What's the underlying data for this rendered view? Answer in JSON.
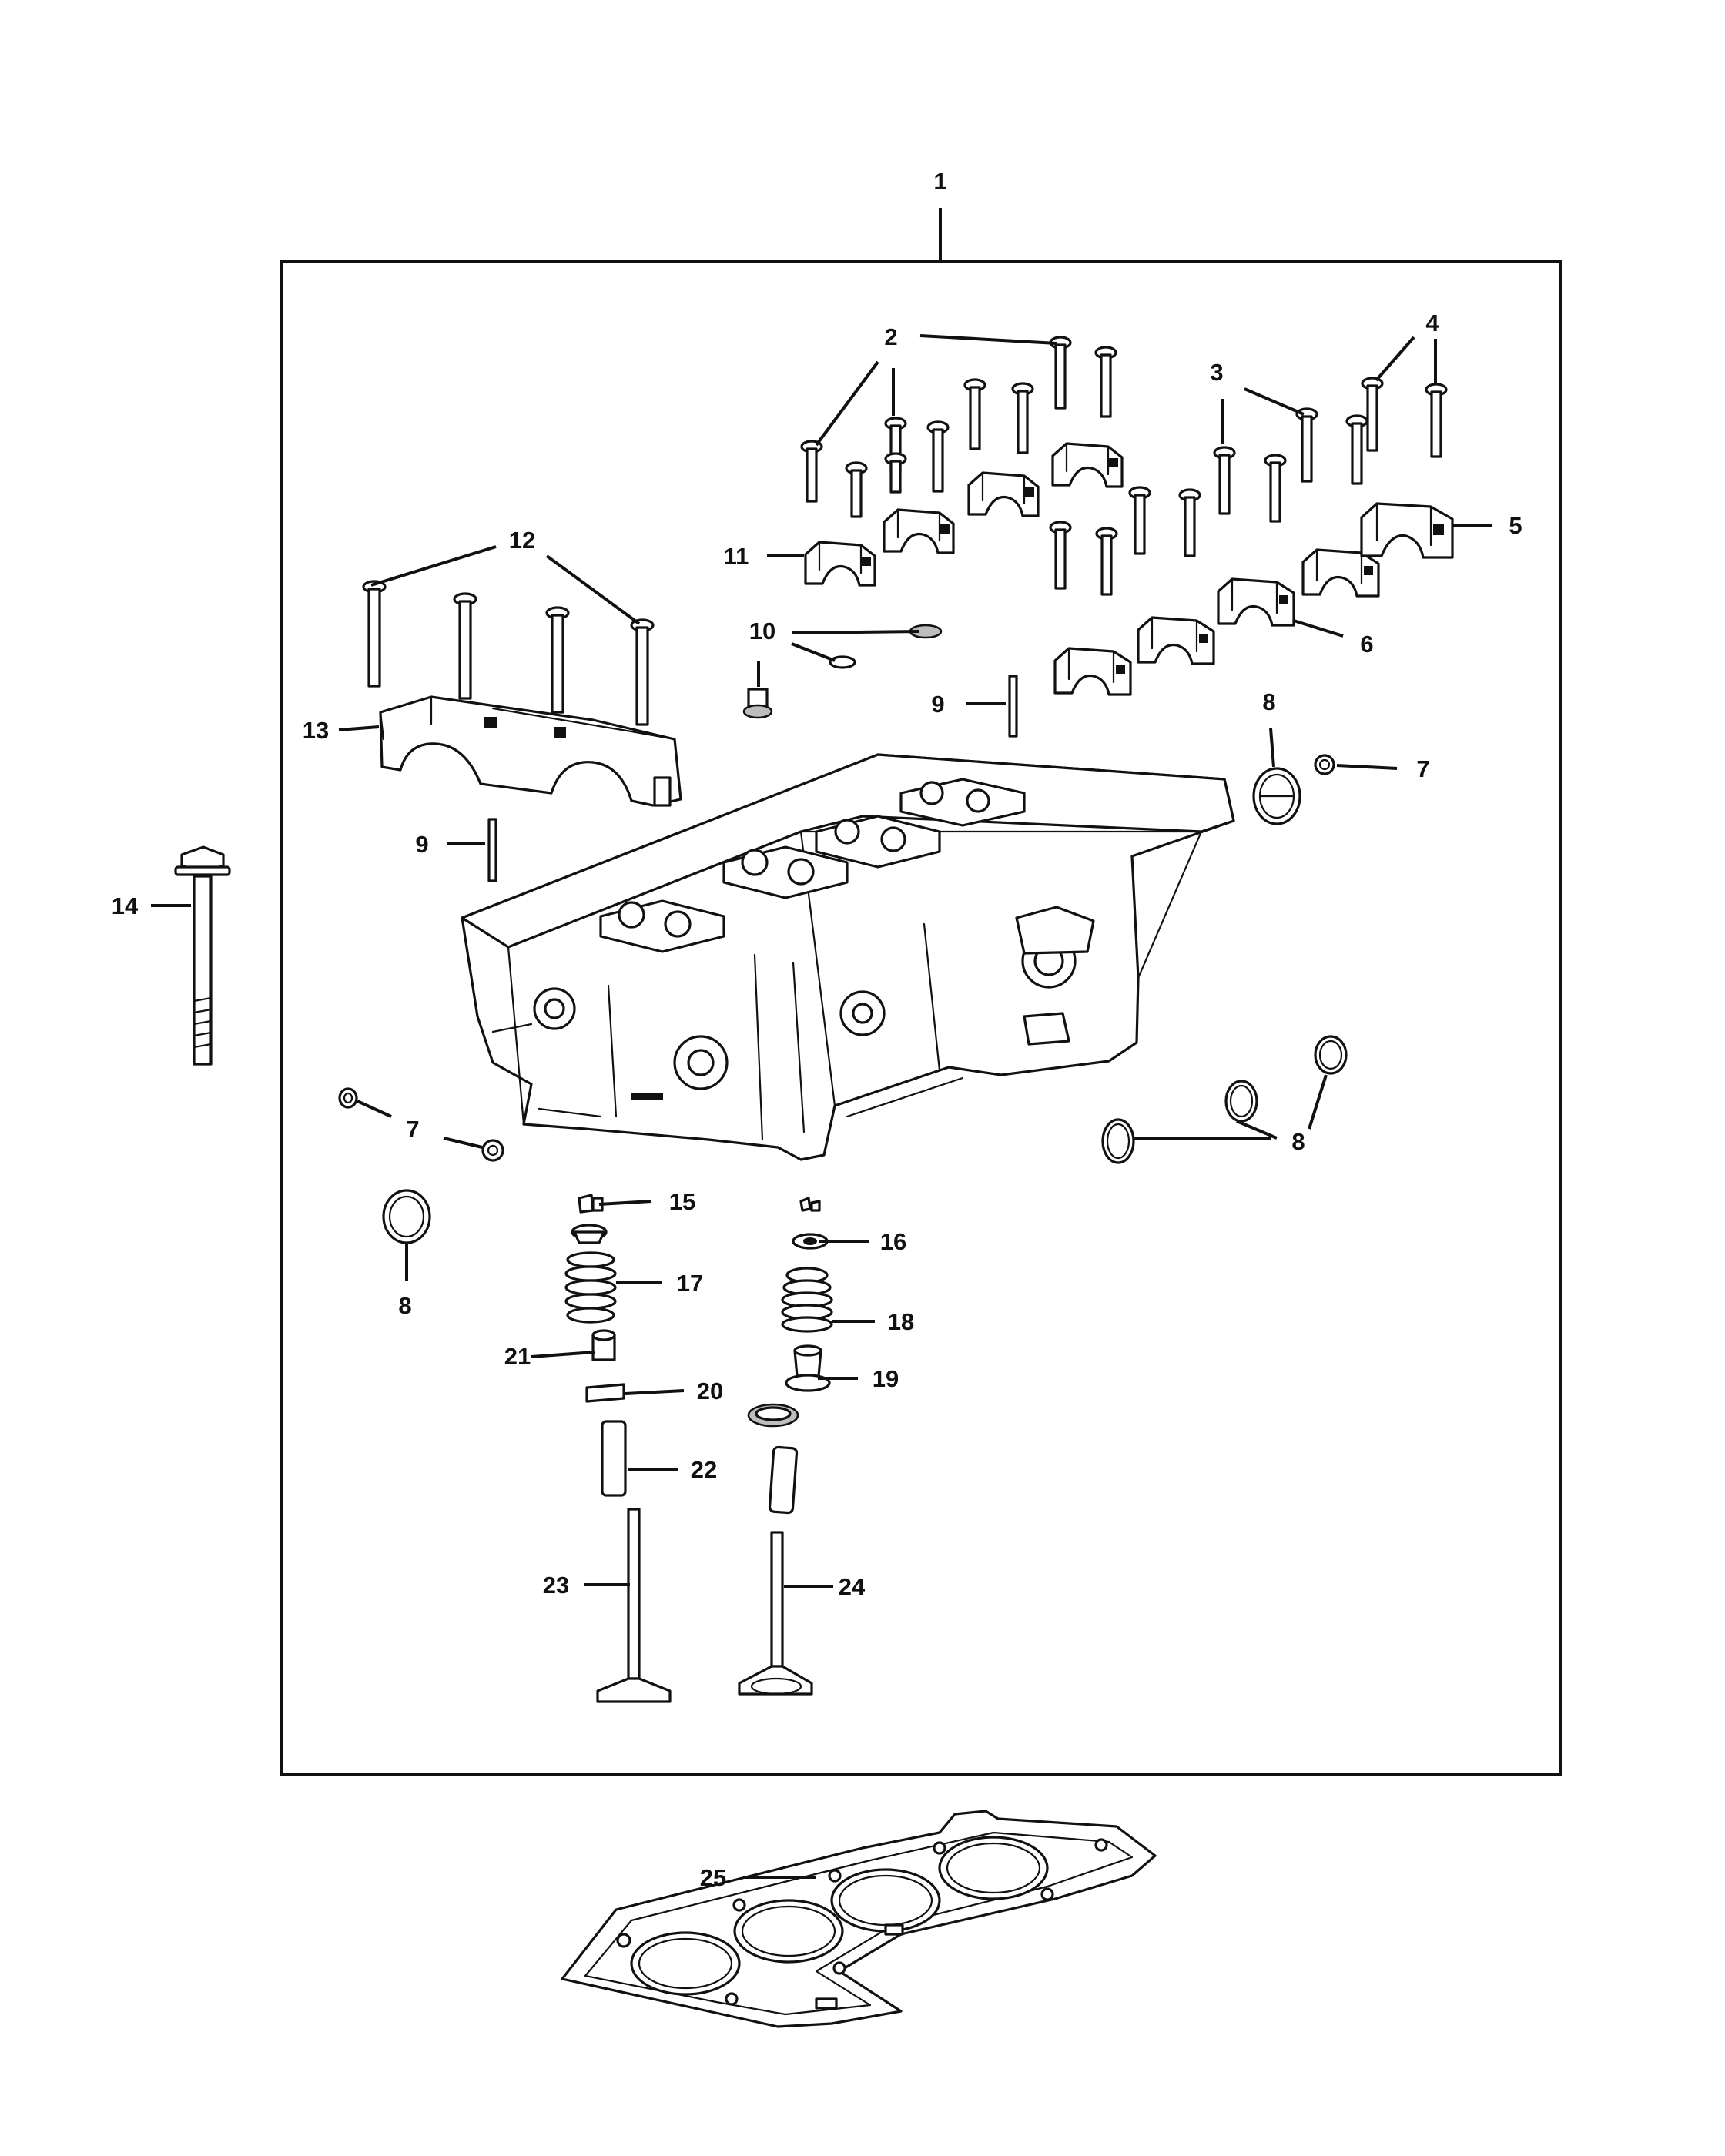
{
  "colors": {
    "ink": "#111111",
    "paper": "#ffffff",
    "shade": "#bdbdbd"
  },
  "callouts": [
    "1",
    "2",
    "3",
    "4",
    "5",
    "6",
    "7",
    "7",
    "7",
    "8",
    "8",
    "8",
    "8",
    "9",
    "9",
    "10",
    "11",
    "12",
    "13",
    "14",
    "15",
    "16",
    "17",
    "18",
    "19",
    "20",
    "21",
    "22",
    "23",
    "24",
    "25"
  ],
  "parts": [
    "cylinder-head-assembly",
    "camshaft-cap-bolt",
    "camshaft-cap-bolt",
    "camshaft-cap-bolt",
    "camshaft-bearing-cap",
    "camshaft-bearing-cap",
    "cup-plug",
    "expansion-plug",
    "dowel-pin",
    "camshaft-bearing-cap",
    "bolt",
    "front-bearing-cap",
    "cylinder-head-bolt",
    "valve-keeper",
    "valve-retainer",
    "valve-spring",
    "valve-spring",
    "valve-stem-seal",
    "spring-seat",
    "valve-stem-seal",
    "valve-guide",
    "intake-valve",
    "exhaust-valve",
    "cylinder-head-gasket"
  ]
}
